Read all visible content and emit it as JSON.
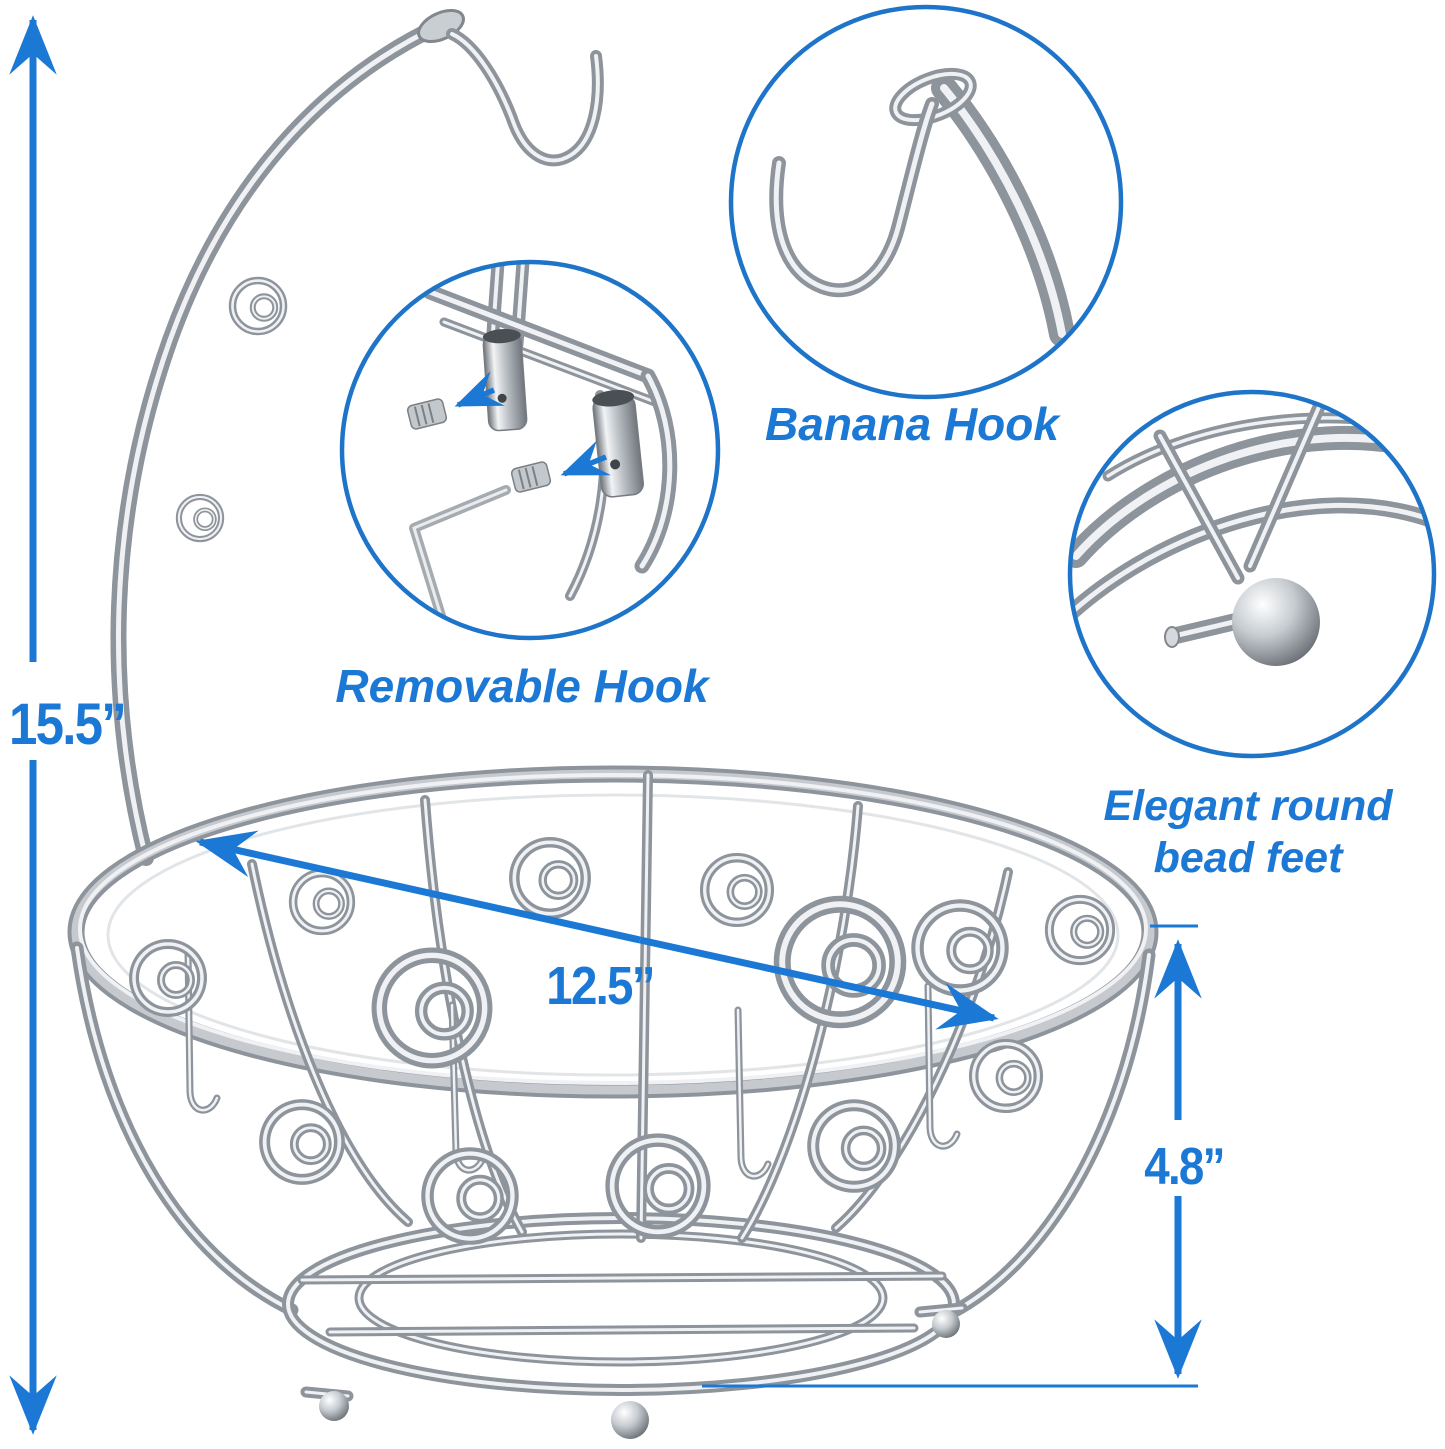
{
  "accent_color": "#1b78d4",
  "chrome_color": "#c6cacf",
  "dimensions": {
    "overall_height": "15.5”",
    "diameter": "12.5”",
    "basket_height": "4.8”"
  },
  "callouts": {
    "banana_hook": "Banana Hook",
    "removable_hook": "Removable Hook",
    "bead_feet_line1": "Elegant round",
    "bead_feet_line2": "bead feet"
  }
}
